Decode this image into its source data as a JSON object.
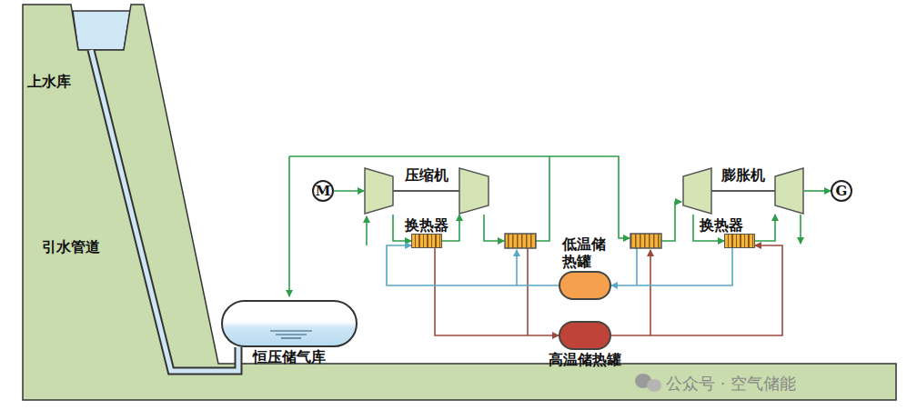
{
  "diagram": {
    "nodes": [
      {
        "text": [
          "M"
        ]
      },
      {
        "text": [
          "压缩机"
        ]
      },
      {
        "text": [
          "换热器"
        ]
      },
      {
        "text": [
          "低温储 热罐"
        ]
      },
      {
        "text": [
          "换热器"
        ]
      },
      {
        "text": [
          "膨胀机"
        ]
      },
      {
        "text": [
          "G"
        ]
      },
      {
        "text": [
          "恒压储气库"
        ]
      },
      {
        "text": [
          "高温储热罐"
        ]
      }
    ],
    "edges": [
      {
        "from": 0,
        "to": 1,
        "arrow": "to"
      },
      {
        "from": 1,
        "to": 2,
        "arrow": "to"
      },
      {
        "from": 2,
        "to": 1,
        "arrow": "to"
      },
      {
        "from": 5,
        "to": 4,
        "arrow": "to"
      },
      {
        "from": 4,
        "to": 5,
        "arrow": "to"
      },
      {
        "from": 5,
        "to": 6,
        "arrow": "to"
      },
      {
        "from": 2,
        "to": 8,
        "arrow": "to"
      },
      {
        "from": 3,
        "to": 2,
        "arrow": "to"
      },
      {
        "from": 8,
        "to": 4,
        "arrow": "to"
      },
      {
        "from": 4,
        "to": 3,
        "arrow": "to"
      }
    ],
    "labels": [
      "上水库",
      "引水管道",
      "公众号 · 空气储能"
    ]
  }
}
